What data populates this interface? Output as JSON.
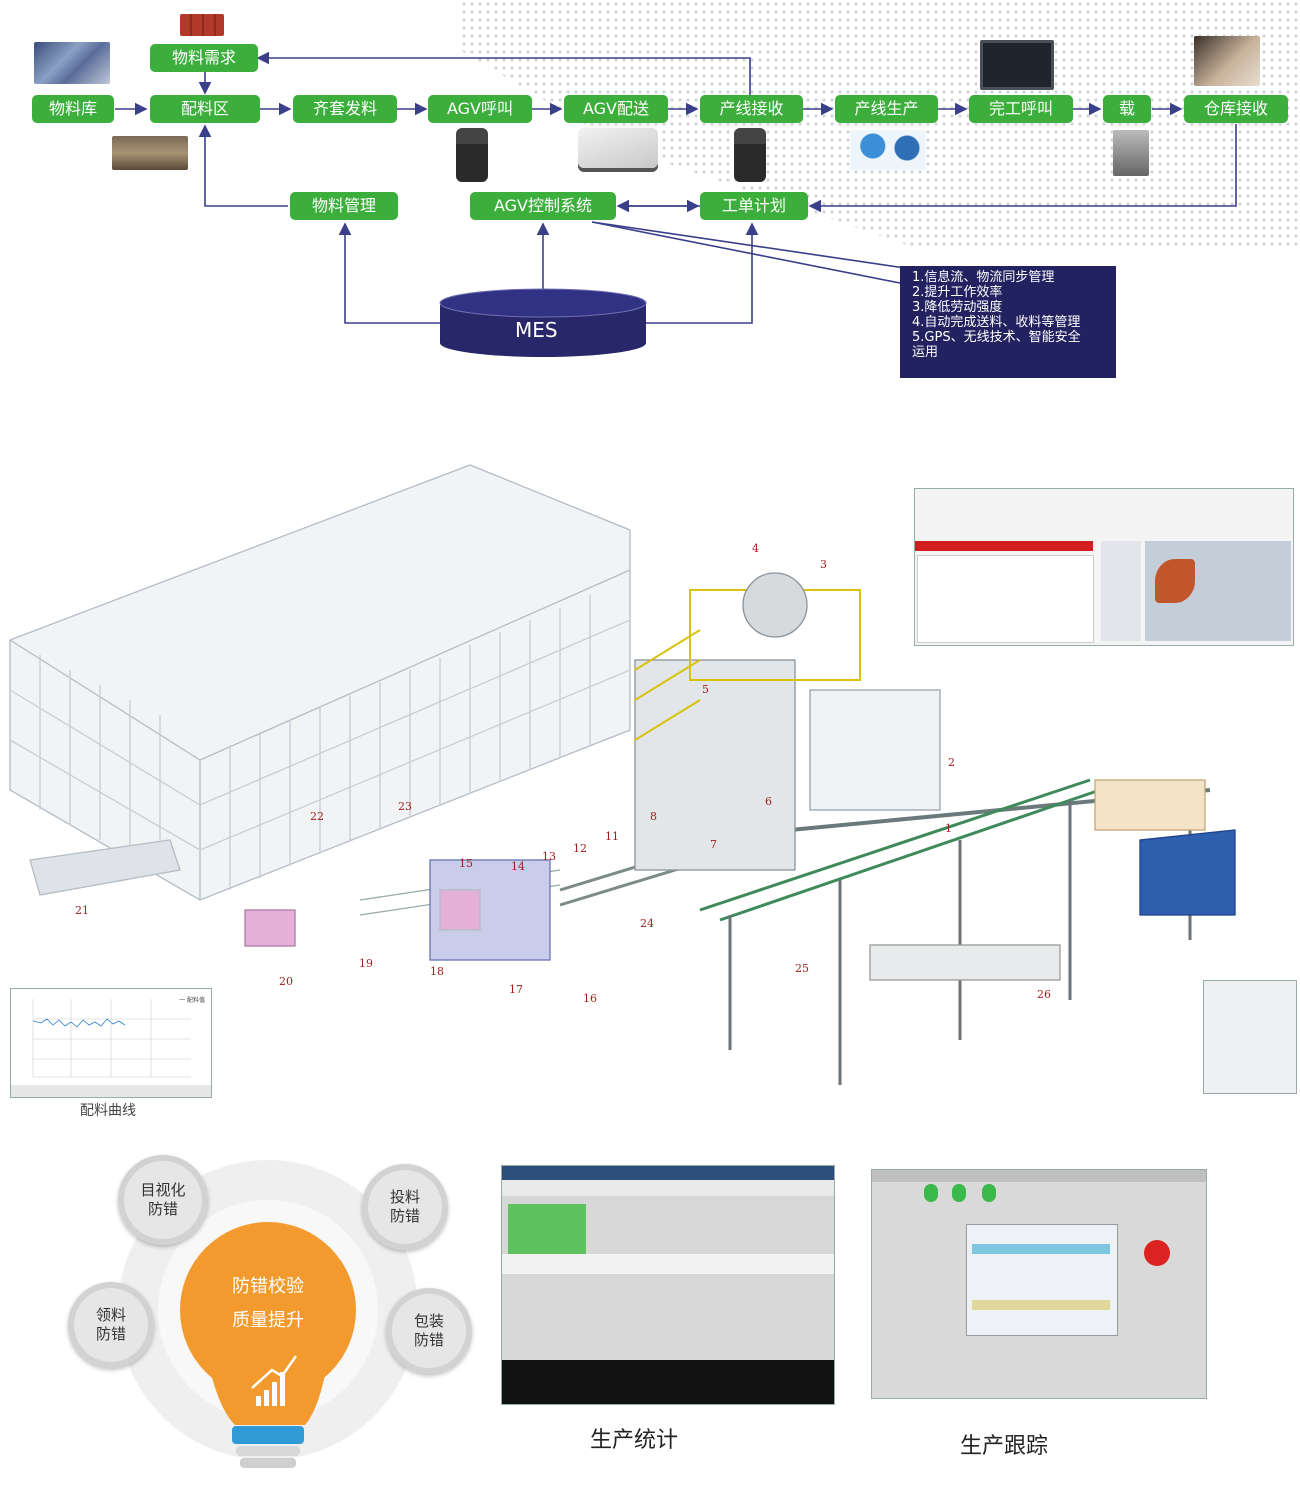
{
  "flow": {
    "row1": [
      "物料库",
      "配料区",
      "齐套发料",
      "AGV呼叫",
      "AGV配送",
      "产线接收",
      "产线生产",
      "完工呼叫",
      "载",
      "仓库接收"
    ],
    "demand": "物料需求",
    "row3": [
      "物料管理",
      "AGV控制系统",
      "工单计划"
    ],
    "mes": "MES",
    "notes": [
      "1.信息流、物流同步管理",
      "2.提升工作效率",
      "3.降低劳动强度",
      "4.自动完成送料、收料等管理",
      "5.GPS、无线技术、智能安全",
      "运用"
    ]
  },
  "plant": {
    "labels": [
      "1",
      "2",
      "3",
      "4",
      "5",
      "6",
      "7",
      "8",
      "11",
      "12",
      "13",
      "14",
      "15",
      "16",
      "17",
      "18",
      "19",
      "20",
      "21",
      "22",
      "23",
      "24",
      "25",
      "26"
    ],
    "curve_caption": "配料曲线",
    "chart_legend": [
      "一 配料值"
    ]
  },
  "quality": {
    "center": [
      "防错校验",
      "质量提升"
    ],
    "gears": [
      [
        "目视化",
        "防错"
      ],
      [
        "投料",
        "防错"
      ],
      [
        "领料",
        "防错"
      ],
      [
        "包装",
        "防错"
      ]
    ]
  },
  "captions": {
    "stats": "生产统计",
    "track": "生产跟踪"
  },
  "colors": {
    "green": "#3cae3c",
    "navy": "#222260",
    "orange": "#e8912e",
    "bulbBlue": "#2f9ad6"
  }
}
